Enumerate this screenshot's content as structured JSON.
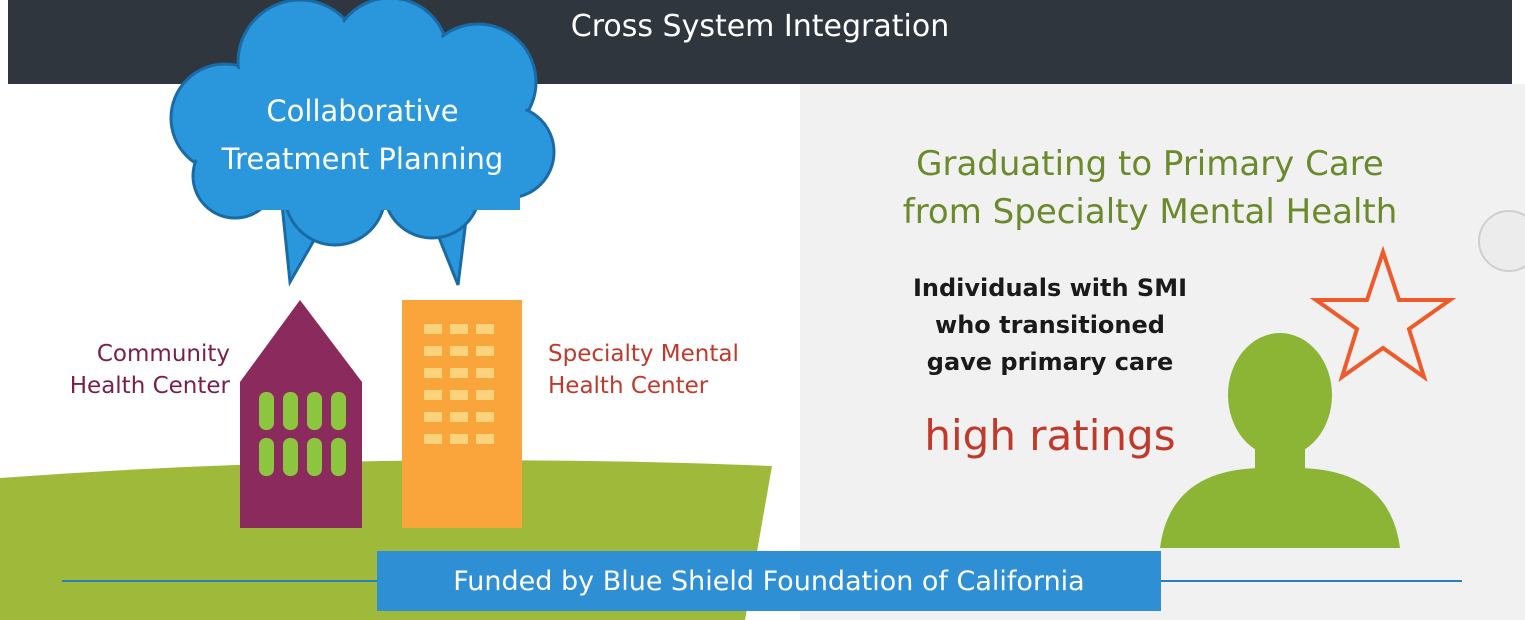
{
  "header": {
    "title": "Cross System Integration"
  },
  "cloud": {
    "line1": "Collaborative",
    "line2": "Treatment Planning"
  },
  "buildings": {
    "community": {
      "label_line1": "Community",
      "label_line2": "Health Center",
      "color": "#8b2a5c"
    },
    "specialty": {
      "label_line1": "Specialty Mental",
      "label_line2": "Health Center",
      "color": "#f9a53b"
    }
  },
  "right_panel": {
    "title_line1": "Graduating to Primary Care",
    "title_line2": "from Specialty Mental Health",
    "stat_line1": "Individuals with SMI",
    "stat_line2": "who transitioned",
    "stat_line3": "gave primary care",
    "highlight": "high ratings"
  },
  "footer": {
    "funded_by": "Funded by Blue Shield Foundation of California"
  },
  "icons": [
    "cloud-icon",
    "building-icon",
    "person-icon",
    "star-icon"
  ],
  "colors": {
    "header_bg": "#2f363d",
    "cloud": "#2a97dc",
    "ground": "#9fba3a",
    "right_title": "#6a8a2b",
    "highlight": "#c0392b",
    "banner": "#2f8fd4",
    "star": "#ee5a2a"
  }
}
